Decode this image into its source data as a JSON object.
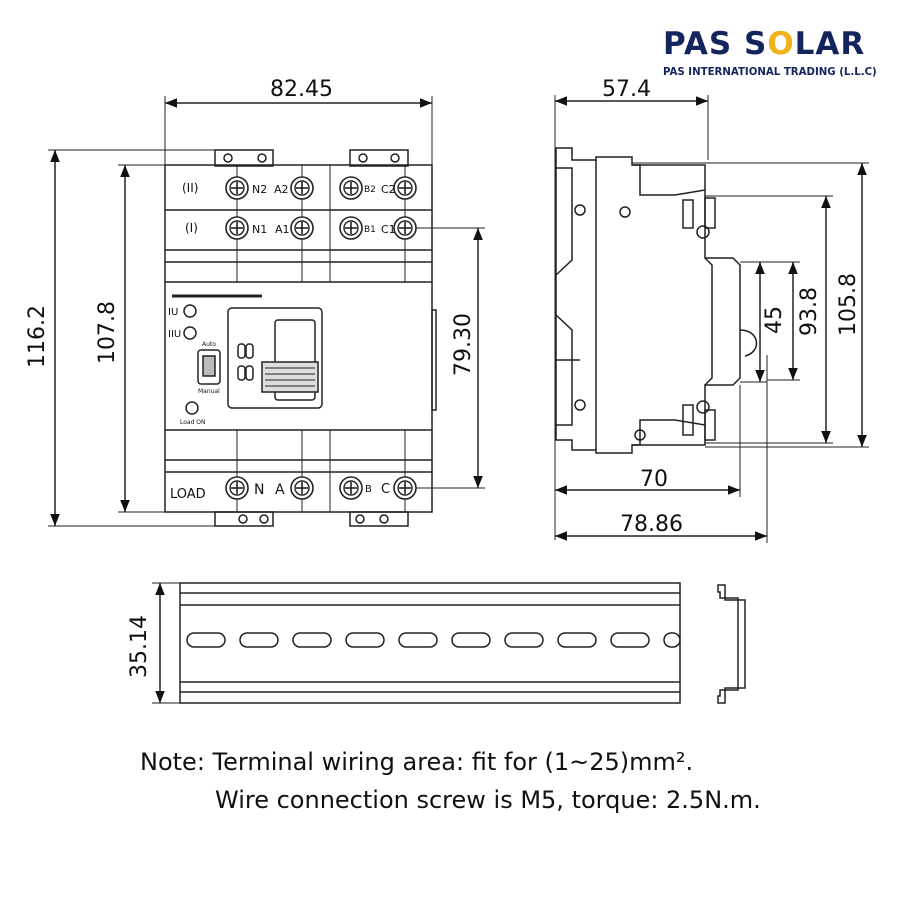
{
  "logo": {
    "brand_left": "PAS S",
    "brand_sun": "O",
    "brand_right": "LAR",
    "subtitle": "PAS INTERNATIONAL TRADING (L.L.C)"
  },
  "front_view": {
    "width_dim": "82.45",
    "height_outer_dim": "116.2",
    "height_inner_dim": "107.8",
    "terminal_span_dim": "79.30",
    "row_labels": [
      "(II)",
      "(I)"
    ],
    "terminal_labels_top": [
      "N2",
      "A2",
      "B2",
      "C2"
    ],
    "terminal_labels_mid": [
      "N1",
      "A1",
      "B1",
      "C1"
    ],
    "terminal_labels_bottom": [
      "N",
      "A",
      "B",
      "C"
    ],
    "indicator_labels": [
      "IU",
      "IIU"
    ],
    "switch_labels": [
      "Auto",
      "Manual"
    ],
    "load_on_label": "Load ON",
    "load_label": "LOAD"
  },
  "side_view": {
    "depth_top_dim": "57.4",
    "dim_45": "45",
    "dim_93_8": "93.8",
    "dim_105_8": "105.8",
    "dim_70": "70",
    "dim_78_86": "78.86"
  },
  "rail_view": {
    "height_dim": "35.14"
  },
  "notes": {
    "line1": "Note: Terminal wiring area: fit for (1~25)mm².",
    "line2": "Wire connection screw is M5, torque: 2.5N.m."
  },
  "colors": {
    "brand_navy": "#14245c",
    "brand_gold": "#f2b21a"
  }
}
